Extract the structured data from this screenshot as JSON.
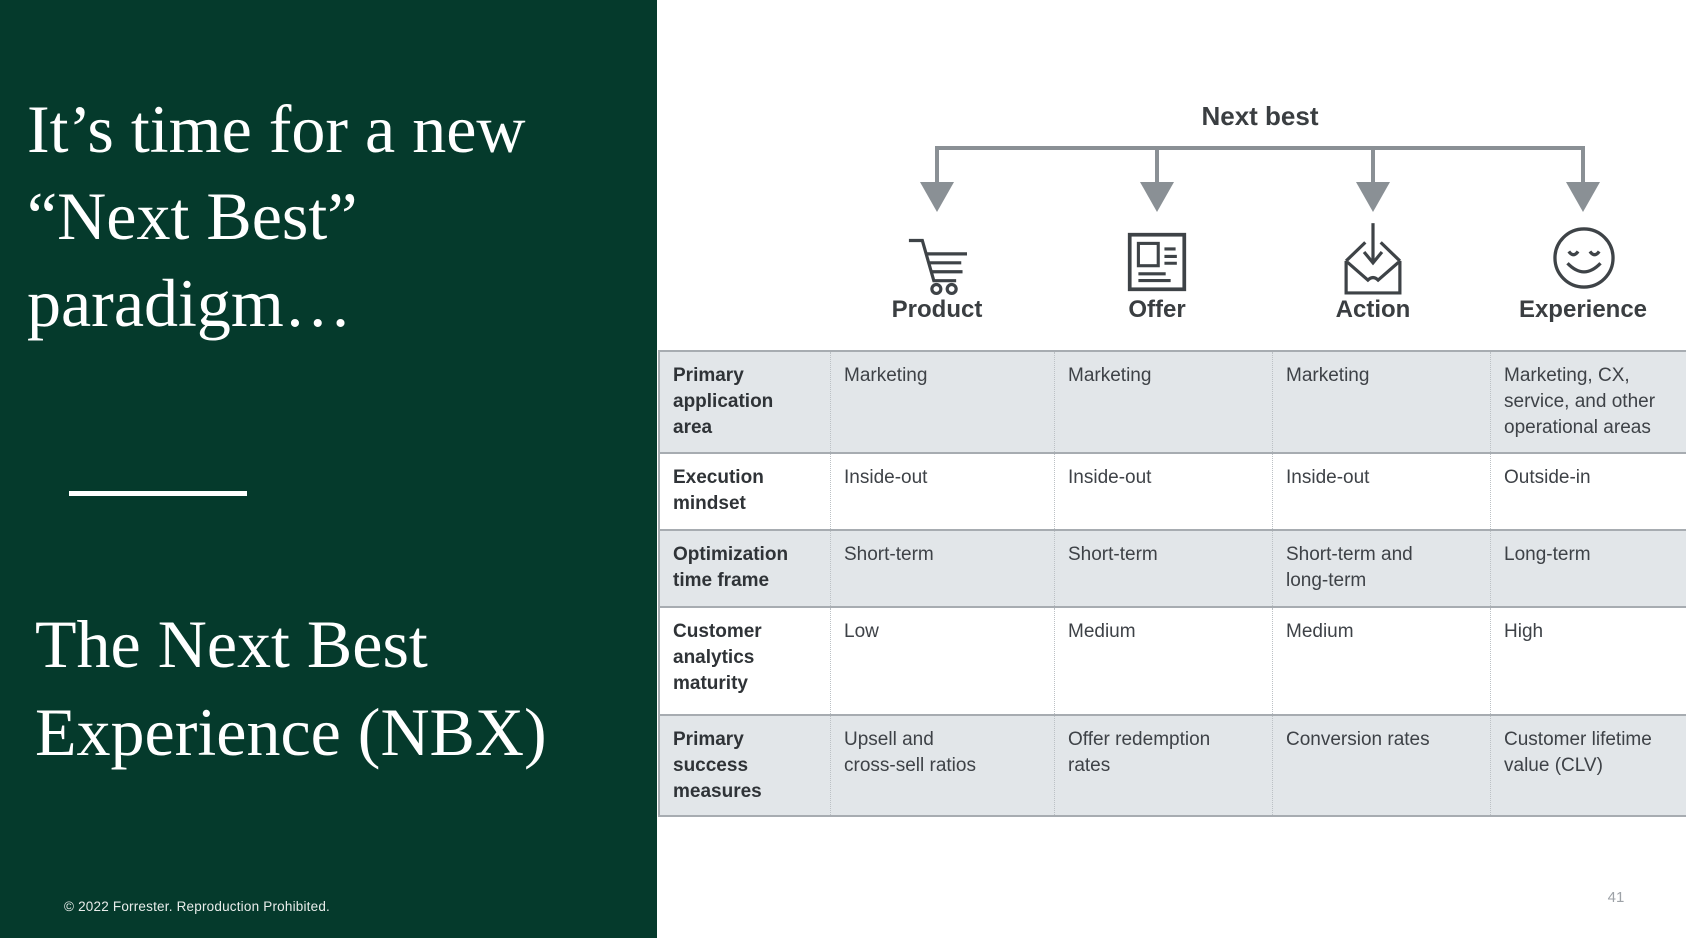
{
  "left_panel": {
    "title_lines": [
      "It’s time for a new",
      "“Next Best”",
      "paradigm…"
    ],
    "subtitle_lines": [
      "The Next Best",
      "Experience (NBX)"
    ],
    "footer": "© 2022 Forrester. Reproduction Prohibited."
  },
  "diagram": {
    "root_label": "Next best",
    "branches": [
      {
        "label": "Product",
        "icon": "shopping-cart-icon"
      },
      {
        "label": "Offer",
        "icon": "flyer-icon"
      },
      {
        "label": "Action",
        "icon": "envelope-download-icon"
      },
      {
        "label": "Experience",
        "icon": "smiley-face-icon"
      }
    ]
  },
  "table": {
    "rows": [
      {
        "label": "Primary\napplication\narea",
        "cells": [
          "Marketing",
          "Marketing",
          "Marketing",
          "Marketing, CX,\nservice, and other\noperational areas"
        ]
      },
      {
        "label": "Execution\nmindset",
        "cells": [
          "Inside-out",
          "Inside-out",
          "Inside-out",
          "Outside-in"
        ]
      },
      {
        "label": "Optimization\ntime frame",
        "cells": [
          "Short-term",
          "Short-term",
          "Short-term and\nlong-term",
          "Long-term"
        ]
      },
      {
        "label": "Customer\nanalytics\nmaturity",
        "cells": [
          "Low",
          "Medium",
          "Medium",
          "High"
        ]
      },
      {
        "label": "Primary\nsuccess\nmeasures",
        "cells": [
          "Upsell and\ncross-sell ratios",
          "Offer redemption\nrates",
          "Conversion rates",
          "Customer lifetime\nvalue (CLV)"
        ]
      }
    ]
  },
  "page_number": "41",
  "colors": {
    "panel_green": "#053A2C",
    "row_stripe": "#E2E6E9",
    "diagram_gray": "#8A9095",
    "text_dark": "#3A3E41",
    "border_gray": "#A7ACB1"
  }
}
